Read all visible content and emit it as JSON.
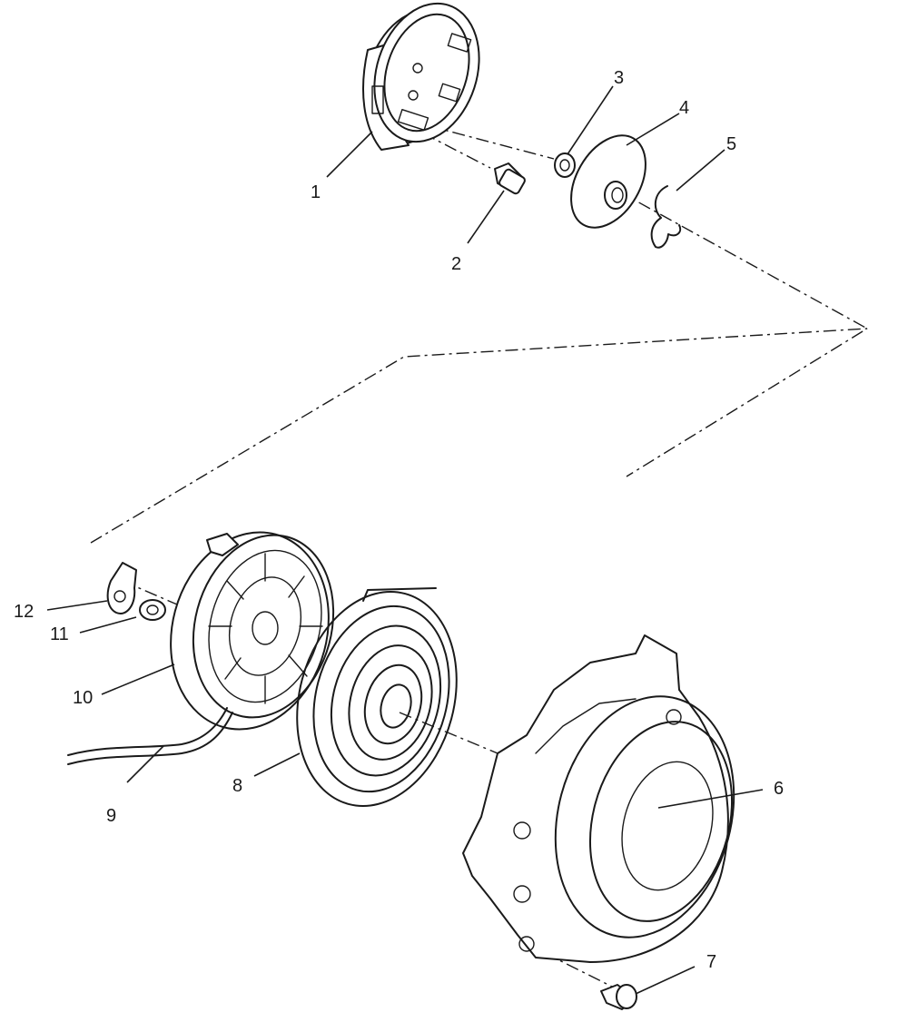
{
  "diagram": {
    "callouts": [
      {
        "id": "c1",
        "label": "1"
      },
      {
        "id": "c2",
        "label": "2"
      },
      {
        "id": "c3",
        "label": "3"
      },
      {
        "id": "c4",
        "label": "4"
      },
      {
        "id": "c5",
        "label": "5"
      },
      {
        "id": "c6",
        "label": "6"
      },
      {
        "id": "c7",
        "label": "7"
      },
      {
        "id": "c8",
        "label": "8"
      },
      {
        "id": "c9",
        "label": "9"
      },
      {
        "id": "c10",
        "label": "10"
      },
      {
        "id": "c11",
        "label": "11"
      },
      {
        "id": "c12",
        "label": "12"
      }
    ],
    "colors": {
      "ink": "#1a1a1a",
      "paper": "#ffffff"
    }
  }
}
